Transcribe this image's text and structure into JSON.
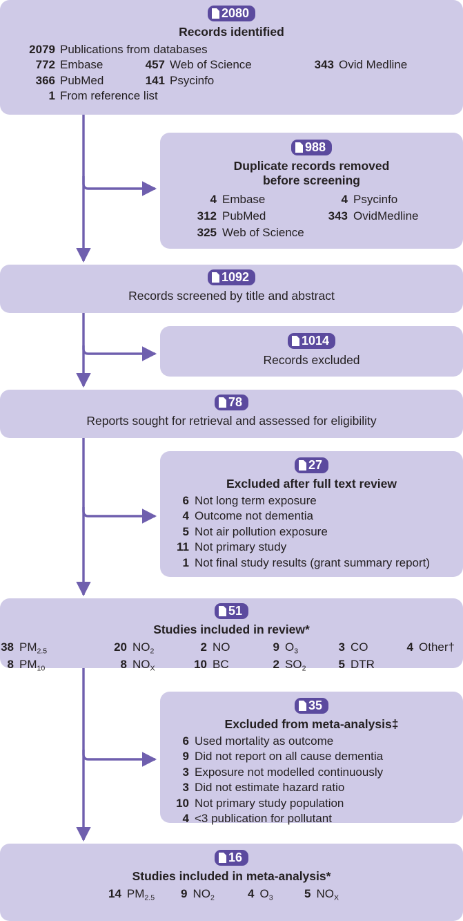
{
  "figure": {
    "type": "prisma-flow-diagram",
    "colors": {
      "box_fill": "#cfcae7",
      "badge_fill": "#5b4a9e",
      "connector": "#6f5fae",
      "text": "#231f20"
    }
  },
  "icons": {
    "document": "document-icon"
  },
  "boxes": {
    "identified": {
      "count": "2080",
      "title": "Records identified",
      "total_line": {
        "n": "2079",
        "label": "Publications from databases"
      },
      "sources": [
        {
          "n": "772",
          "label": "Embase"
        },
        {
          "n": "457",
          "label": "Web of Science"
        },
        {
          "n": "343",
          "label": "Ovid Medline"
        },
        {
          "n": "366",
          "label": "PubMed"
        },
        {
          "n": "141",
          "label": "Psycinfo"
        }
      ],
      "reference_line": {
        "n": "1",
        "label": "From reference list"
      }
    },
    "duplicates": {
      "count": "988",
      "title_line1": "Duplicate records removed",
      "title_line2": "before screening",
      "items": [
        {
          "n": "4",
          "label": "Embase"
        },
        {
          "n": "4",
          "label": "Psycinfo"
        },
        {
          "n": "312",
          "label": "PubMed"
        },
        {
          "n": "343",
          "label": "OvidMedline"
        },
        {
          "n": "325",
          "label": "Web of Science"
        }
      ]
    },
    "screened": {
      "count": "1092",
      "text": "Records screened by title and abstract"
    },
    "records_excluded": {
      "count": "1014",
      "text": "Records excluded"
    },
    "reports_sought": {
      "count": "78",
      "text": "Reports sought for retrieval and assessed for eligibility"
    },
    "excluded_fulltext": {
      "count": "27",
      "title": "Excluded after full text review",
      "items": [
        {
          "n": "6",
          "label": "Not long term exposure"
        },
        {
          "n": "4",
          "label": "Outcome not dementia"
        },
        {
          "n": "5",
          "label": "Not air pollution exposure"
        },
        {
          "n": "11",
          "label": "Not primary study"
        },
        {
          "n": "1",
          "label": "Not final study results (grant summary report)"
        }
      ]
    },
    "included_review": {
      "count": "51",
      "title": "Studies included in review*",
      "pollutants": [
        {
          "n": "38",
          "label": "PM",
          "sub": "2.5"
        },
        {
          "n": "20",
          "label": "NO",
          "sub": "2"
        },
        {
          "n": "2",
          "label": "NO",
          "sub": ""
        },
        {
          "n": "9",
          "label": "O",
          "sub": "3"
        },
        {
          "n": "3",
          "label": "CO",
          "sub": ""
        },
        {
          "n": "4",
          "label": "Other†",
          "sub": ""
        },
        {
          "n": "8",
          "label": "PM",
          "sub": "10"
        },
        {
          "n": "8",
          "label": "NO",
          "sub": "X"
        },
        {
          "n": "10",
          "label": "BC",
          "sub": ""
        },
        {
          "n": "2",
          "label": "SO",
          "sub": "2"
        },
        {
          "n": "5",
          "label": "DTR",
          "sub": ""
        }
      ]
    },
    "excluded_meta": {
      "count": "35",
      "title": "Excluded from meta-analysis‡",
      "items": [
        {
          "n": "6",
          "label": "Used mortality as outcome"
        },
        {
          "n": "9",
          "label": "Did not report on all cause dementia"
        },
        {
          "n": "3",
          "label": "Exposure not modelled continuously"
        },
        {
          "n": "3",
          "label": "Did not estimate hazard ratio"
        },
        {
          "n": "10",
          "label": "Not primary study population"
        },
        {
          "n": "4",
          "label": "<3 publication for pollutant"
        }
      ]
    },
    "included_meta": {
      "count": "16",
      "title": "Studies included in meta-analysis*",
      "pollutants": [
        {
          "n": "14",
          "label": "PM",
          "sub": "2.5"
        },
        {
          "n": "9",
          "label": "NO",
          "sub": "2"
        },
        {
          "n": "4",
          "label": "O",
          "sub": "3"
        },
        {
          "n": "5",
          "label": "NO",
          "sub": "X"
        }
      ]
    }
  }
}
